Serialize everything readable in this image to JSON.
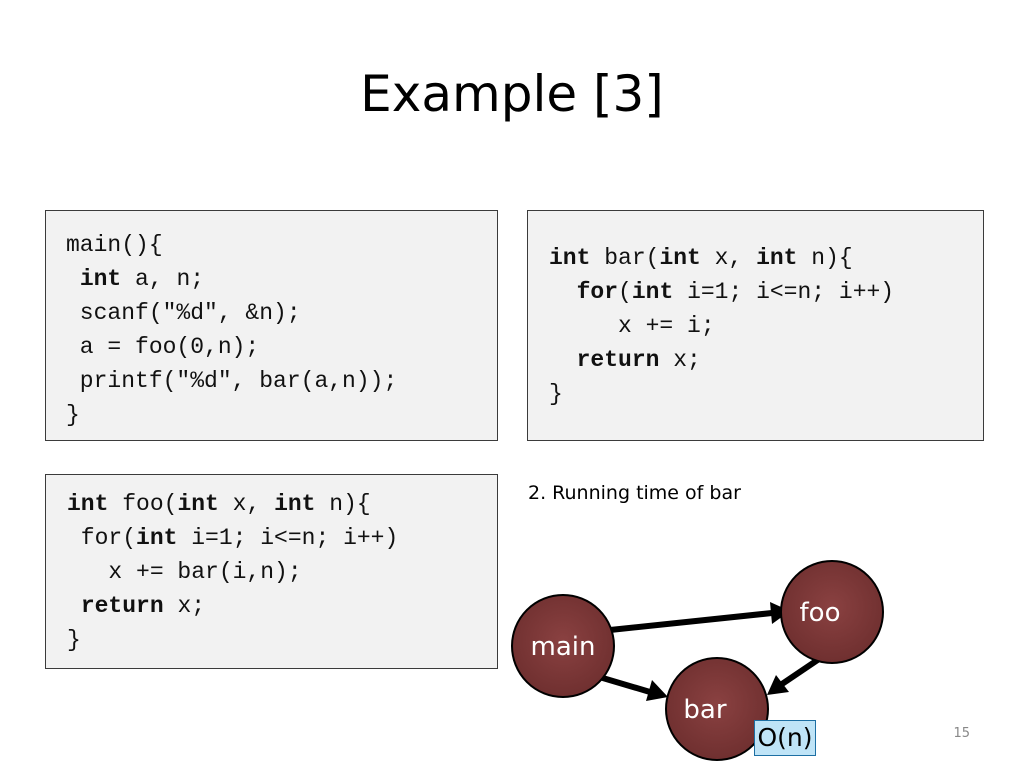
{
  "slide": {
    "title": "Example [3]",
    "caption": "2. Running time of bar",
    "page_number": "15"
  },
  "code_main": [
    [
      {
        "t": "main(){",
        "b": false
      }
    ],
    [
      {
        "t": " ",
        "b": false
      },
      {
        "t": "int",
        "b": true
      },
      {
        "t": " a, n;",
        "b": false
      }
    ],
    [
      {
        "t": " scanf(\"%d\", &n);",
        "b": false
      }
    ],
    [
      {
        "t": " a = foo(0,n);",
        "b": false
      }
    ],
    [
      {
        "t": " printf(\"%d\", bar(a,n));",
        "b": false
      }
    ],
    [
      {
        "t": "}",
        "b": false
      }
    ]
  ],
  "code_bar": [
    [
      {
        "t": "int",
        "b": true
      },
      {
        "t": " bar(",
        "b": false
      },
      {
        "t": "int",
        "b": true
      },
      {
        "t": " x, ",
        "b": false
      },
      {
        "t": "int",
        "b": true
      },
      {
        "t": " n){",
        "b": false
      }
    ],
    [
      {
        "t": "  ",
        "b": false
      },
      {
        "t": "for",
        "b": true
      },
      {
        "t": "(",
        "b": false
      },
      {
        "t": "int",
        "b": true
      },
      {
        "t": " i=1; i<=n; i++)",
        "b": false
      }
    ],
    [
      {
        "t": "     x += i;",
        "b": false
      }
    ],
    [
      {
        "t": "  ",
        "b": false
      },
      {
        "t": "return",
        "b": true
      },
      {
        "t": " x;",
        "b": false
      }
    ],
    [
      {
        "t": "}",
        "b": false
      }
    ]
  ],
  "code_foo": [
    [
      {
        "t": "int",
        "b": true
      },
      {
        "t": " foo(",
        "b": false
      },
      {
        "t": "int",
        "b": true
      },
      {
        "t": " x, ",
        "b": false
      },
      {
        "t": "int",
        "b": true
      },
      {
        "t": " n){",
        "b": false
      }
    ],
    [
      {
        "t": " for(",
        "b": false
      },
      {
        "t": "int",
        "b": true
      },
      {
        "t": " i=1; i<=n; i++)",
        "b": false
      }
    ],
    [
      {
        "t": "   x += bar(i,n);",
        "b": false
      }
    ],
    [
      {
        "t": " ",
        "b": false
      },
      {
        "t": "return",
        "b": true
      },
      {
        "t": " x;",
        "b": false
      }
    ],
    [
      {
        "t": "}",
        "b": false
      }
    ]
  ],
  "call_graph": {
    "node_color": "#7b3636",
    "nodes": {
      "main": "main",
      "foo": "foo",
      "bar": "bar"
    },
    "edges": [
      {
        "from": "main",
        "to": "foo"
      },
      {
        "from": "main",
        "to": "bar"
      },
      {
        "from": "foo",
        "to": "bar"
      }
    ],
    "bar_complexity": "O(n)",
    "complexity_color": "#bfe4f7"
  }
}
